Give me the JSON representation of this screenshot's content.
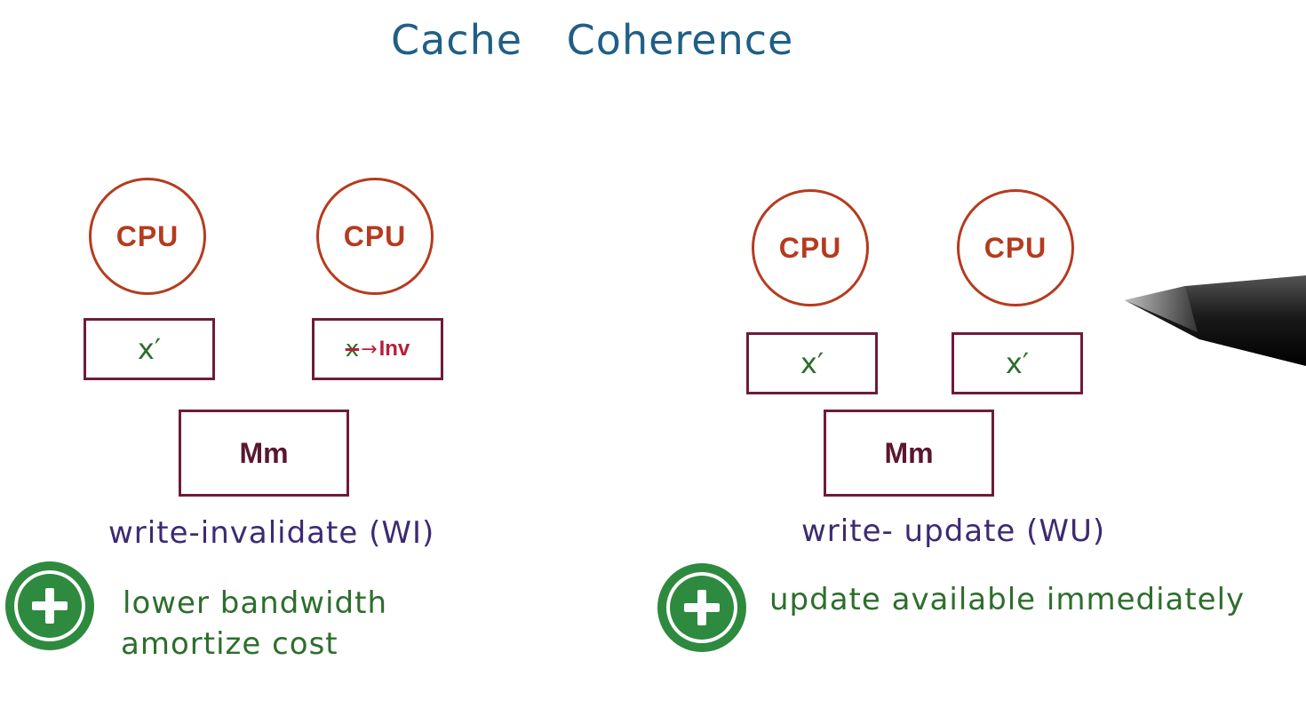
{
  "title": "Cache Coherence",
  "left": {
    "cpus": [
      "CPU",
      "CPU"
    ],
    "caches": [
      {
        "value": "x′"
      },
      {
        "old": "x",
        "arrow": "→",
        "new": "Inv"
      }
    ],
    "memory": "Mm",
    "protocol": "write-invalidate (WI)",
    "benefits": [
      "lower bandwidth",
      "amortize cost"
    ]
  },
  "right": {
    "cpus": [
      "CPU",
      "CPU"
    ],
    "caches": [
      {
        "value": "x′"
      },
      {
        "value": "x′"
      }
    ],
    "memory": "Mm",
    "protocol": "write- update (WU)",
    "benefits": [
      "update available immediately"
    ]
  },
  "colors": {
    "title": "#1f5f86",
    "cpu": "#b53b1e",
    "box": "#6e1b3c",
    "value": "#2d6e2d",
    "invalidate": "#b81e3a",
    "protocol": "#3d2a72",
    "plus": "#2e8a3f"
  },
  "icons": [
    "plus-icon",
    "pen-icon"
  ]
}
